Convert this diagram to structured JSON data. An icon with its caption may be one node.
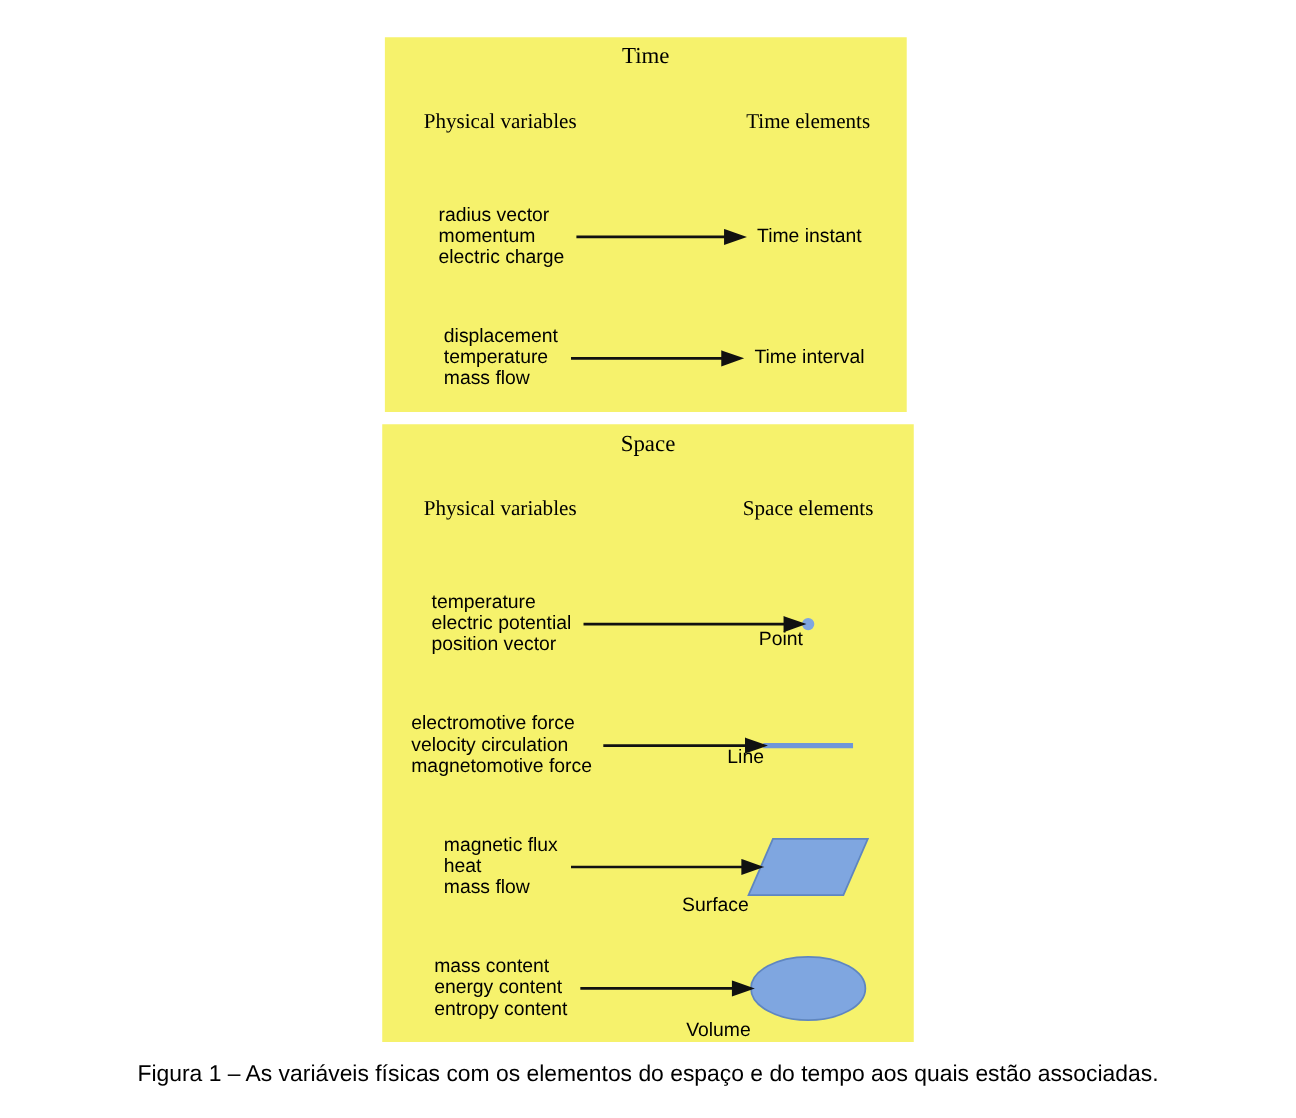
{
  "diagram": {
    "caption": "Figura 1 – As variáveis físicas com os elementos do espaço e do tempo aos quais estão associadas.",
    "nodes": [
      {
        "text": [
          "Space"
        ]
      },
      {
        "text": [
          "temperature",
          "electric potential",
          "position vector"
        ],
        "in": 0
      },
      {
        "text": [],
        "shape": "circle",
        "beside": [
          "Point"
        ],
        "in": 0
      },
      {
        "text": [
          "electromotive force",
          "velocity circulation",
          "magnetomotive force"
        ],
        "in": 0
      },
      {
        "text": [],
        "shape": "line",
        "beside": [
          "Line"
        ],
        "in": 0
      },
      {
        "text": [
          "magnetic flux",
          "heat",
          "mass flow"
        ],
        "in": 0
      },
      {
        "text": [],
        "shape": "parallelogram",
        "beside": [
          "Surface"
        ],
        "in": 0
      },
      {
        "text": [
          "mass content",
          "energy content",
          "entropy content"
        ],
        "in": 0
      },
      {
        "text": [],
        "shape": "ellipse",
        "beside": [
          "Volume"
        ],
        "in": 0
      },
      {
        "text": [
          "Time"
        ]
      },
      {
        "text": [
          "radius vector",
          "momentum",
          "electric charge"
        ],
        "in": 9
      },
      {
        "text": [
          "Time instant"
        ],
        "in": 9
      },
      {
        "text": [
          "displacement",
          "temperature",
          "mass flow"
        ],
        "in": 9
      },
      {
        "text": [
          "Time interval"
        ],
        "in": 9
      }
    ],
    "edges": [
      {
        "from": 1,
        "to": 2,
        "arrow": "to"
      },
      {
        "from": 3,
        "to": 4,
        "arrow": "to"
      },
      {
        "from": 5,
        "to": 6,
        "arrow": "to"
      },
      {
        "from": 7,
        "to": 8,
        "arrow": "to"
      },
      {
        "from": 10,
        "to": 11,
        "arrow": "to"
      },
      {
        "from": 12,
        "to": 13,
        "arrow": "to"
      }
    ],
    "labels": [
      "Physical variables",
      "Space elements",
      "Physical variables",
      "Time elements"
    ]
  }
}
